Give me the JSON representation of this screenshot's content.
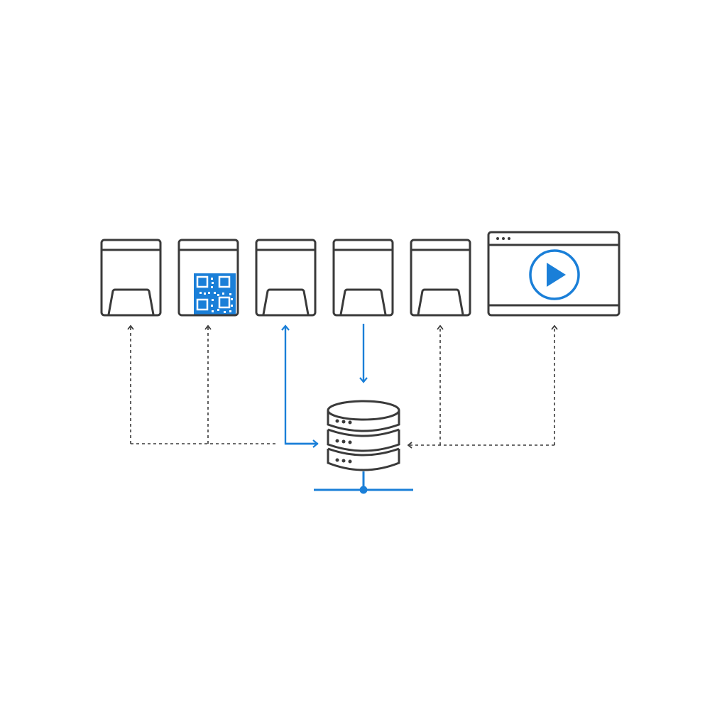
{
  "colors": {
    "stroke": "#3a3a3a",
    "accent": "#1a7fd8",
    "background": "#ffffff"
  },
  "devices": [
    {
      "icon": "kiosk-icon",
      "content": "empty",
      "link": "dashed-up"
    },
    {
      "icon": "kiosk-icon",
      "content": "qr-code",
      "link": "dashed-up"
    },
    {
      "icon": "kiosk-icon",
      "content": "empty",
      "link": "solid-bidirectional"
    },
    {
      "icon": "kiosk-icon",
      "content": "empty",
      "link": "solid-down"
    },
    {
      "icon": "kiosk-icon",
      "content": "empty",
      "link": "dashed-up"
    },
    {
      "icon": "video-window-icon",
      "content": "play-button",
      "link": "dashed-up"
    }
  ],
  "hub": {
    "icon": "database-server-icon",
    "network": "network-bus-icon"
  }
}
